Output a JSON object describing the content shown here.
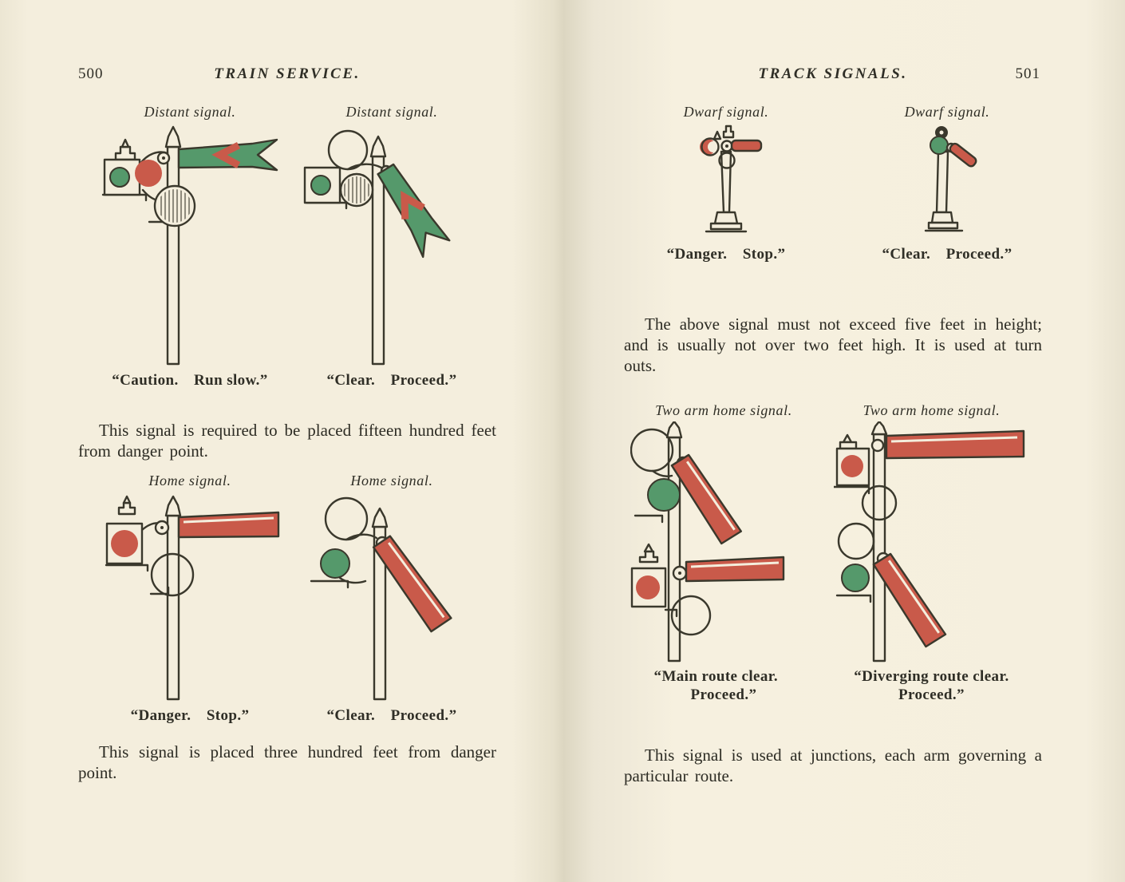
{
  "colors": {
    "paper": "#f4eedd",
    "ink": "#2f2e26",
    "signal_red": "#c95a4a",
    "signal_green": "#55996b"
  },
  "left_page": {
    "page_number": "500",
    "running_title": "TRAIN SERVICE.",
    "distant": {
      "left_caption": "Distant signal.",
      "right_caption": "Distant signal.",
      "left_label": "“Caution. Run slow.”",
      "right_label": "“Clear. Proceed.”"
    },
    "para_distant": "This signal is required to be placed fifteen hundred feet from danger point.",
    "home": {
      "left_caption": "Home signal.",
      "right_caption": "Home signal.",
      "left_label": "“Danger. Stop.”",
      "right_label": "“Clear. Proceed.”"
    },
    "para_home": "This signal is placed three hundred feet from danger point."
  },
  "right_page": {
    "page_number": "501",
    "running_title": "TRACK SIGNALS.",
    "dwarf": {
      "left_caption": "Dwarf signal.",
      "right_caption": "Dwarf signal.",
      "left_label": "“Danger. Stop.”",
      "right_label": "“Clear. Proceed.”"
    },
    "para_dwarf": "The above signal must not exceed five feet in height; and is usually not over two feet high.  It is used at turn outs.",
    "two_arm": {
      "left_caption": "Two arm home signal.",
      "right_caption": "Two arm home signal.",
      "left_label": "“Main route clear. Proceed.”",
      "right_label": "“Diverging route clear. Proceed.”"
    },
    "para_two_arm": "This signal is used at junctions, each arm governing a particular route."
  }
}
